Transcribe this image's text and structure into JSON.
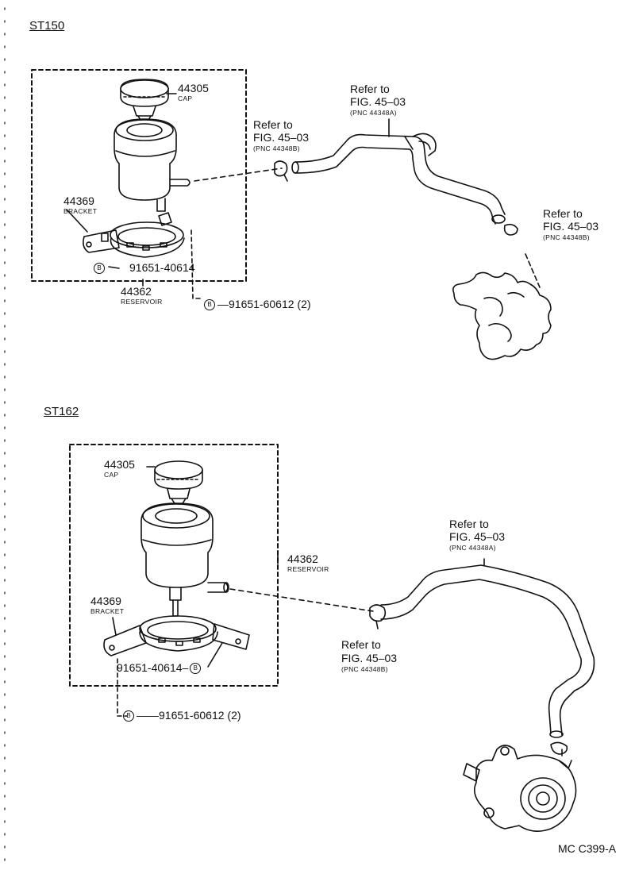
{
  "diagram": {
    "code": "MC C399-A",
    "badge_letter": "B",
    "st150": {
      "title": "ST150",
      "cap": {
        "pn": "44305",
        "name": "CAP"
      },
      "bracket": {
        "pn": "44369",
        "name": "BRACKET"
      },
      "reservoir": {
        "pn": "44362",
        "name": "RESERVOIR"
      },
      "bolt1": "91651-40614",
      "bolt2": "91651-60612 (2)",
      "ref_a": {
        "l1": "Refer to",
        "l2": "FIG. 45–03",
        "pnc": "(PNC 44348A)"
      },
      "ref_b": {
        "l1": "Refer to",
        "l2": "FIG. 45–03",
        "pnc": "(PNC 44348B)"
      },
      "ref_c": {
        "l1": "Refer to",
        "l2": "FIG. 45–03",
        "pnc": "(PNC 44348B)"
      }
    },
    "st162": {
      "title": "ST162",
      "cap": {
        "pn": "44305",
        "name": "CAP"
      },
      "bracket": {
        "pn": "44369",
        "name": "BRACKET"
      },
      "reservoir": {
        "pn": "44362",
        "name": "RESERVOIR"
      },
      "bolt1": "91651-40614",
      "bolt2": "91651-60612 (2)",
      "ref_a": {
        "l1": "Refer to",
        "l2": "FIG. 45–03",
        "pnc": "(PNC 44348A)"
      },
      "ref_b": {
        "l1": "Refer to",
        "l2": "FIG. 45–03",
        "pnc": "(PNC 44348B)"
      }
    }
  }
}
